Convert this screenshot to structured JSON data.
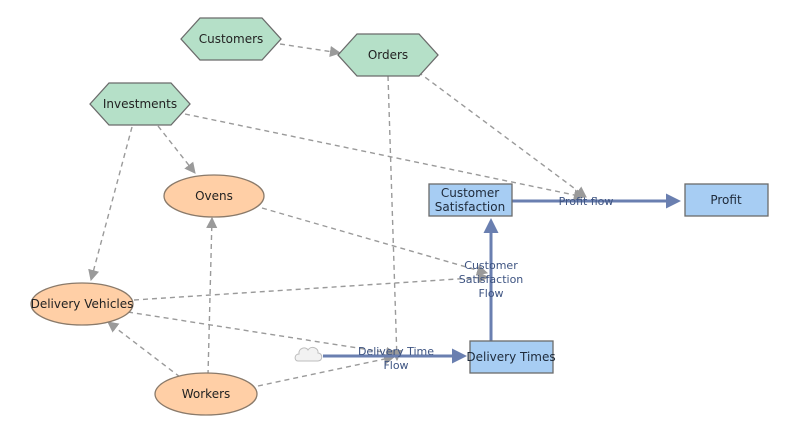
{
  "colors": {
    "hex_fill": "#b5e0c8",
    "hex_stroke": "#6b6b6b",
    "ellipse_fill": "#ffcfa6",
    "ellipse_stroke": "#8a7a6a",
    "stock_fill": "#a7cdf3",
    "stock_stroke": "#6b6b6b",
    "flow": "#6a7fb0",
    "link": "#9a9a9a",
    "cloud_fill": "#f2f2f2"
  },
  "nodes": {
    "customers": {
      "label": "Customers",
      "shape": "hexagon"
    },
    "orders": {
      "label": "Orders",
      "shape": "hexagon"
    },
    "investments": {
      "label": "Investments",
      "shape": "hexagon"
    },
    "ovens": {
      "label": "Ovens",
      "shape": "ellipse"
    },
    "delivery_vehicles": {
      "label": "Delivery Vehicles",
      "shape": "ellipse"
    },
    "workers": {
      "label": "Workers",
      "shape": "ellipse"
    },
    "customer_satisfaction": {
      "label_line1": "Customer",
      "label_line2": "Satisfaction",
      "shape": "stock"
    },
    "profit": {
      "label": "Profit",
      "shape": "stock"
    },
    "delivery_times": {
      "label": "Delivery Times",
      "shape": "stock"
    }
  },
  "flows": {
    "profit_flow": {
      "label": "Profit flow"
    },
    "customer_satisfaction_flow": {
      "line1": "Customer",
      "line2": "Satisfaction",
      "line3": "Flow"
    },
    "delivery_time_flow": {
      "line1": "Delivery Time",
      "line2": "Flow"
    }
  },
  "icons": {
    "source": "cloud-icon"
  }
}
